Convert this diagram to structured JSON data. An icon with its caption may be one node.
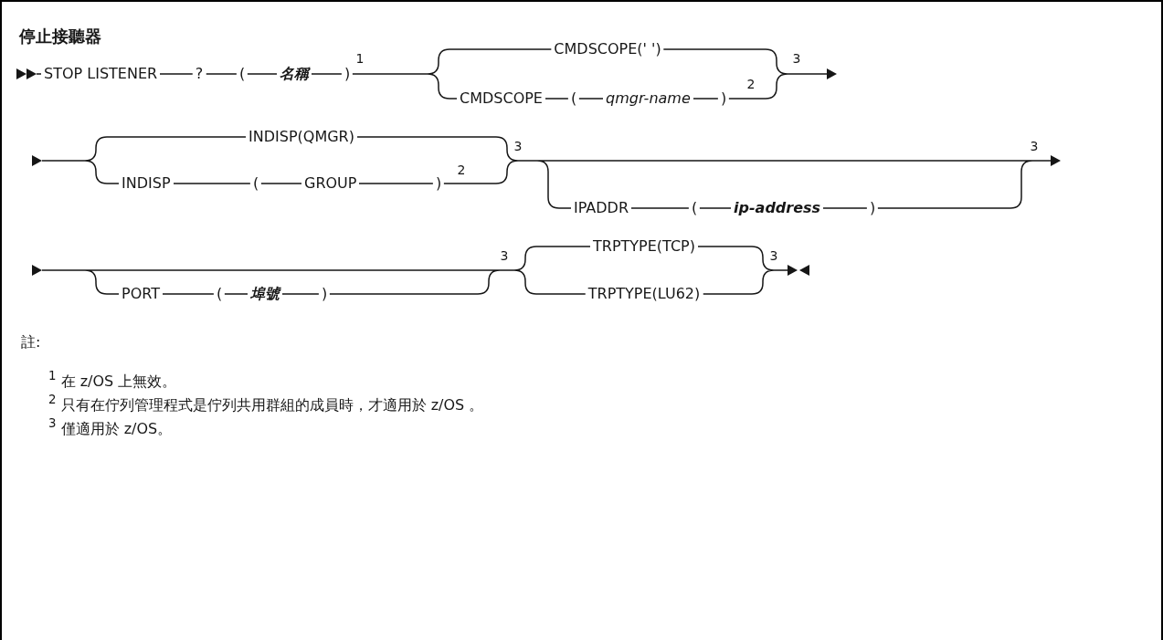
{
  "diagram": {
    "title": "停止接聽器",
    "labels": [
      "STOP LISTENER",
      "?",
      "(",
      "名稱",
      ")",
      "1",
      "CMDSCOPE(' ')",
      "3",
      "CMDSCOPE",
      "(",
      "qmgr-name",
      ")",
      "2",
      "INDISP(QMGR)",
      "3",
      "3",
      "INDISP",
      "(",
      "GROUP",
      ")",
      "2",
      "IPADDR",
      "(",
      "ip-address",
      ")",
      "TRPTYPE(TCP)",
      "3",
      "3",
      "PORT",
      "(",
      "埠號",
      ")",
      "TRPTYPE(LU62)",
      "註:",
      "$^{1}$ 在 z/OS 上無效。",
      "$^{2}$ 只有在佇列管理程式是佇列共用群組的成員時，才適用於 z/OS 。",
      "$^{3}$ 僅適用於 z/OS。"
    ]
  }
}
